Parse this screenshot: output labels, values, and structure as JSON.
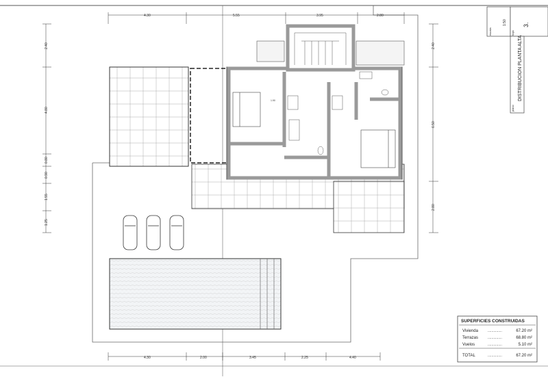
{
  "title_block": {
    "scale_label": "escala",
    "scale_value": "1:50",
    "sheet_label": "hoja",
    "sheet_value": "3.",
    "plan_label": "plano",
    "plan_title": "DISTRIBUCION PLANTA ALTA"
  },
  "dimensions": {
    "top": [
      "4.30",
      "5.55",
      "3.95",
      "2.80"
    ],
    "bottom": [
      "4.30",
      "2.00",
      "3.45",
      "2.25",
      "4.40"
    ],
    "left": [
      "2.40",
      "4.80",
      "0.80",
      "0.90",
      "1.55",
      "1.25"
    ],
    "right": [
      "2.40",
      "6.50",
      "2.80"
    ]
  },
  "surfaces_table": {
    "title": "SUPERFICIES CONSTRUIDAS",
    "rows": [
      {
        "label": "Vivienda",
        "dots": "...............",
        "value": "67.20 m²"
      },
      {
        "label": "Terrazas",
        "dots": "...............",
        "value": "68.80 m²"
      },
      {
        "label": "Vuelos",
        "dots": "...............",
        "value": "5.10 m²"
      }
    ],
    "total": {
      "label": "TOTAL",
      "dots": "...............",
      "value": "67.20 m²"
    }
  },
  "colors": {
    "wall": "#9a9a9a",
    "line": "#333333",
    "pool_fill": "#e8edf0"
  }
}
